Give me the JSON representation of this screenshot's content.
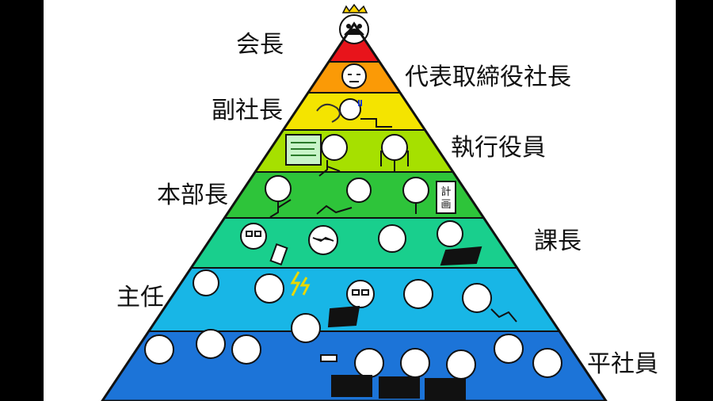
{
  "diagram": {
    "levels": [
      {
        "label": "会長",
        "color": "#e8141b"
      },
      {
        "label": "代表取締役社長",
        "color": "#fb9a06"
      },
      {
        "label": "副社長",
        "color": "#f4e400"
      },
      {
        "label": "執行役員",
        "color": "#a6e000"
      },
      {
        "label": "本部長",
        "color": "#2ec43a"
      },
      {
        "label": "課長",
        "color": "#19cf8d"
      },
      {
        "label": "主任",
        "color": "#18b6e6"
      },
      {
        "label": "平社員",
        "color": "#1c74d8"
      }
    ],
    "sign_text": "計画"
  }
}
